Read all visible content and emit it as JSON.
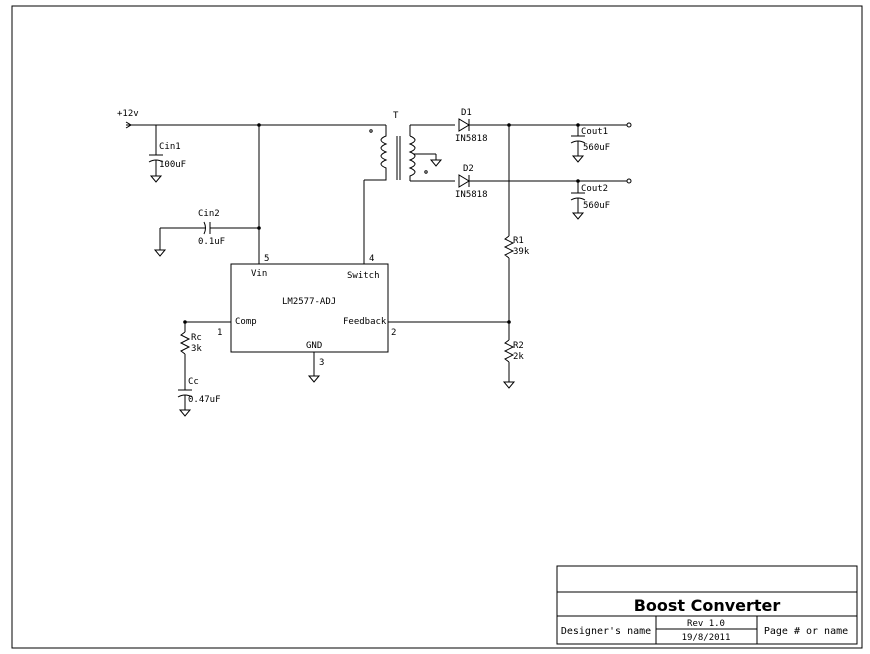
{
  "schematic": {
    "supply_label": "+12v",
    "transformer_label": "T",
    "ic": {
      "part": "LM2577-ADJ",
      "pins": {
        "vin": {
          "name": "Vin",
          "number": "5"
        },
        "switch": {
          "name": "Switch",
          "number": "4"
        },
        "comp": {
          "name": "Comp",
          "number": "1"
        },
        "feedback": {
          "name": "Feedback",
          "number": "2"
        },
        "gnd": {
          "name": "GND",
          "number": "3"
        }
      }
    },
    "components": {
      "cin1": {
        "ref": "Cin1",
        "value": "100uF"
      },
      "cin2": {
        "ref": "Cin2",
        "value": "0.1uF"
      },
      "d1": {
        "ref": "D1",
        "value": "IN5818"
      },
      "d2": {
        "ref": "D2",
        "value": "IN5818"
      },
      "cout1": {
        "ref": "Cout1",
        "value": "560uF"
      },
      "cout2": {
        "ref": "Cout2",
        "value": "560uF"
      },
      "r1": {
        "ref": "R1",
        "value": "39k"
      },
      "r2": {
        "ref": "R2",
        "value": "2k"
      },
      "rc": {
        "ref": "Rc",
        "value": "3k"
      },
      "cc": {
        "ref": "Cc",
        "value": "0.47uF"
      }
    }
  },
  "title_block": {
    "title": "Boost Converter",
    "designer": "Designer's name",
    "revision": "Rev 1.0",
    "date": "19/8/2011",
    "page": "Page # or name"
  }
}
